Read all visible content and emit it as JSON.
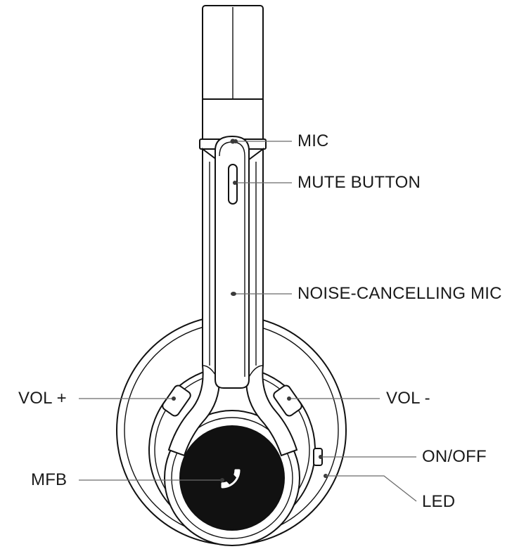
{
  "callouts": {
    "mic": "MIC",
    "mute_button": "MUTE BUTTON",
    "noise_cancelling_mic": "NOISE-CANCELLING MIC",
    "vol_plus": "VOL +",
    "vol_minus": "VOL -",
    "on_off": "ON/OFF",
    "mfb": "MFB",
    "led": "LED"
  },
  "icons": {
    "mfb_button_icon": "phone-icon"
  },
  "colors": {
    "line_art": "#111111",
    "leader_lines": "#6b6b6b",
    "mfb_button_fill": "#111111",
    "label_text": "#1a1a1a"
  }
}
